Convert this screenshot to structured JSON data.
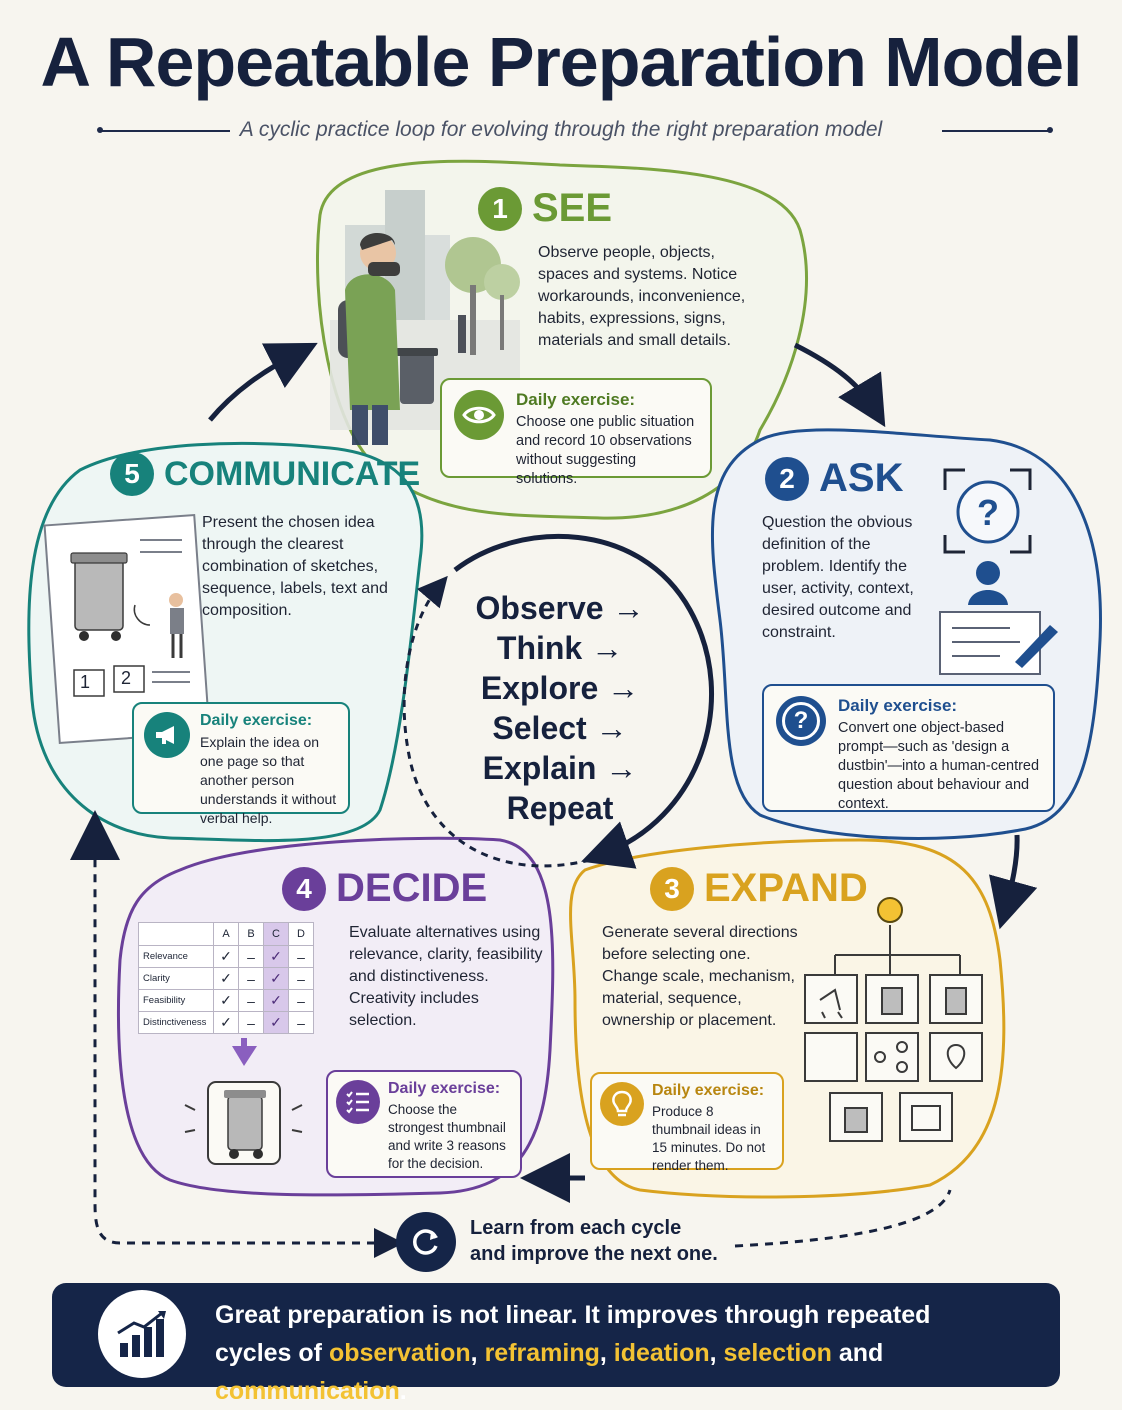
{
  "title": "A Repeatable Preparation Model",
  "subtitle": "A cyclic practice loop for evolving through the right preparation model",
  "exercise_label": "Daily exercise:",
  "stages": {
    "see": {
      "number": "1",
      "name": "SEE",
      "color": "#6b9a35",
      "description": "Observe people, objects, spaces and systems. Notice workarounds, inconvenience, habits, expressions, signs, materials and small details.",
      "exercise": "Choose one public situation and record 10 observations without suggesting solutions.",
      "icon": "eye-icon"
    },
    "ask": {
      "number": "2",
      "name": "ASK",
      "color": "#1f4f8f",
      "description": "Question the obvious definition of the problem. Identify the user, activity, context, desired outcome and constraint.",
      "exercise": "Convert one object-based prompt—such as 'design a dustbin'—into a human-centred question about behaviour and context.",
      "icon": "question-icon"
    },
    "expand": {
      "number": "3",
      "name": "EXPAND",
      "color": "#d9a21f",
      "description": "Generate several directions before selecting one. Change scale, mechanism, material, sequence, ownership or placement.",
      "exercise": "Produce 8 thumbnail ideas in 15 minutes. Do not render them.",
      "icon": "lightbulb-icon"
    },
    "decide": {
      "number": "4",
      "name": "DECIDE",
      "color": "#6a3f9a",
      "description": "Evaluate alternatives using relevance, clarity, feasibility and distinctiveness. Creativity includes selection.",
      "exercise": "Choose the strongest thumbnail and write 3 reasons for the decision.",
      "icon": "checklist-icon"
    },
    "communicate": {
      "number": "5",
      "name": "COMMUNICATE",
      "color": "#17827b",
      "description": "Present the chosen idea through the clearest combination of sketches, sequence, labels, text and composition.",
      "exercise": "Explain the idea on one page so that another person understands it without verbal help.",
      "icon": "megaphone-icon"
    }
  },
  "decision_matrix": {
    "columns": [
      "A",
      "B",
      "C",
      "D"
    ],
    "rows": [
      {
        "label": "Relevance",
        "marks": [
          "✓",
          "–",
          "✓",
          "–"
        ]
      },
      {
        "label": "Clarity",
        "marks": [
          "✓",
          "–",
          "✓",
          "–"
        ]
      },
      {
        "label": "Feasibility",
        "marks": [
          "✓",
          "–",
          "✓",
          "–"
        ]
      },
      {
        "label": "Distinctiveness",
        "marks": [
          "✓",
          "–",
          "✓",
          "–"
        ]
      }
    ],
    "highlight_column": "C"
  },
  "sequence_sketch": [
    "1",
    "2"
  ],
  "cycle_steps": [
    "Observe →",
    "Think →",
    "Explore →",
    "Select →",
    "Explain →",
    "Repeat"
  ],
  "learn_note": [
    "Learn from each cycle",
    "and improve the next one."
  ],
  "banner": {
    "line1": "Great preparation is not linear. It improves through repeated",
    "line2_prefix": "cycles of ",
    "terms": [
      "observation",
      "reframing",
      "ideation",
      "selection",
      "communication"
    ],
    "sep1": ", ",
    "sep2": ", ",
    "sep3": ", ",
    "sep4": " and ",
    "end": "."
  }
}
